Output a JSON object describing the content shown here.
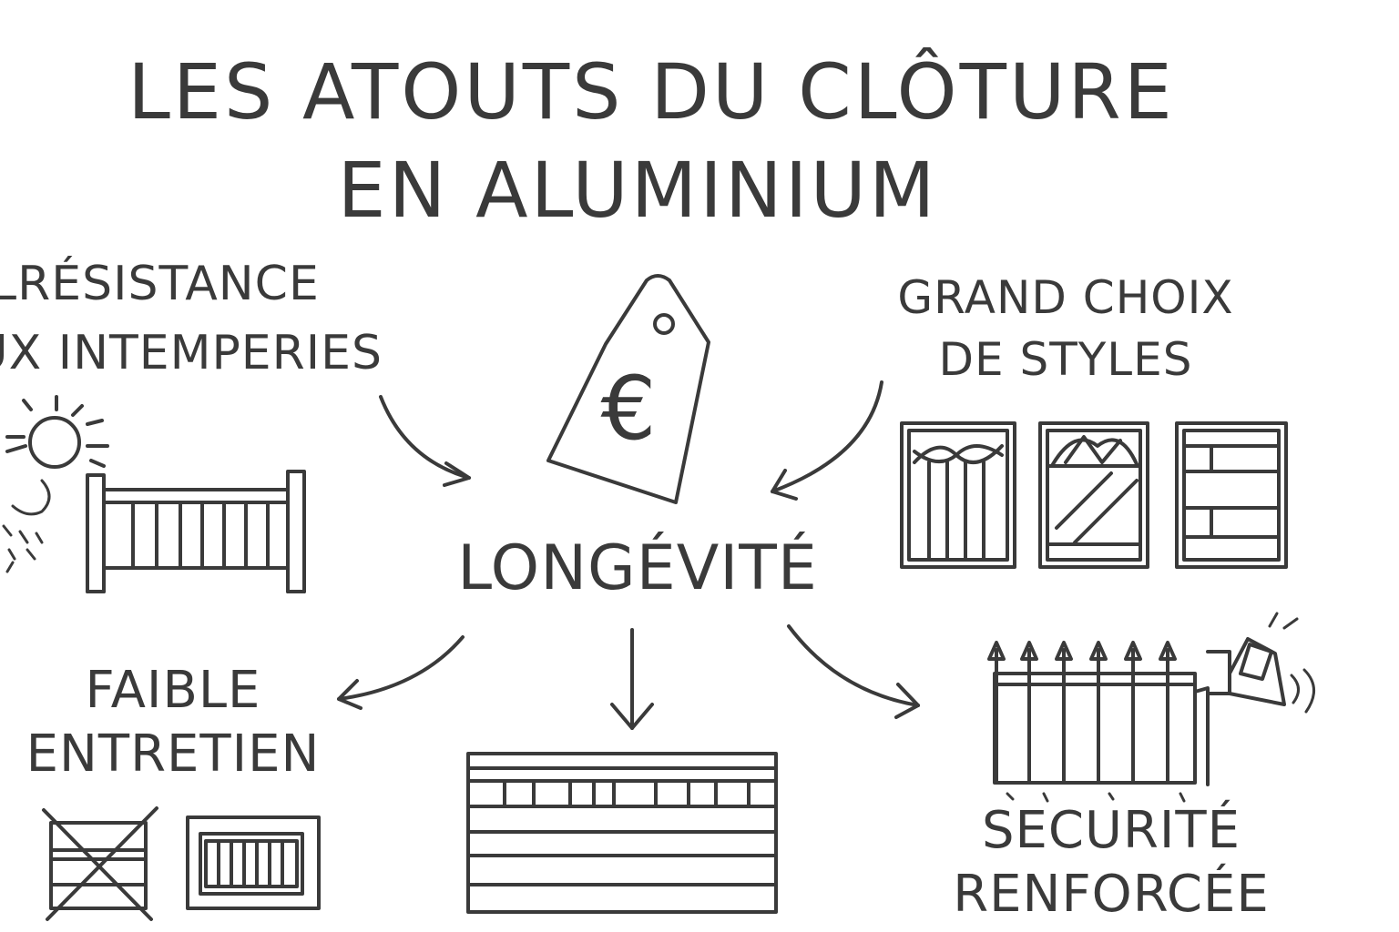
{
  "title": {
    "line1": "LES ATOUTS DU CLÔTURE",
    "line2": "EN ALUMINIUM"
  },
  "center": {
    "label": "LONGÉVITÉ",
    "price_symbol": "€"
  },
  "nodes": {
    "resistance": {
      "line1": "LRÉSISTANCE",
      "line2": "UX INTEMPERIES"
    },
    "styles": {
      "line1": "GRAND CHOIX",
      "line2": "DE STYLES"
    },
    "entretien": {
      "line1": "FAIBLE",
      "line2": "ENTRETIEN"
    },
    "securite": {
      "line1": "SECURITÉ",
      "line2": "RENFORCÉE"
    }
  },
  "colors": {
    "ink": "#3a3a3a",
    "background": "#ffffff"
  },
  "icons": [
    "price-tag-icon",
    "sun-icon",
    "rain-icon",
    "fence-panel-icon",
    "style-panel-icon",
    "crossed-fence-icon",
    "horizontal-fence-icon",
    "spiked-gate-icon",
    "alarm-icon"
  ]
}
